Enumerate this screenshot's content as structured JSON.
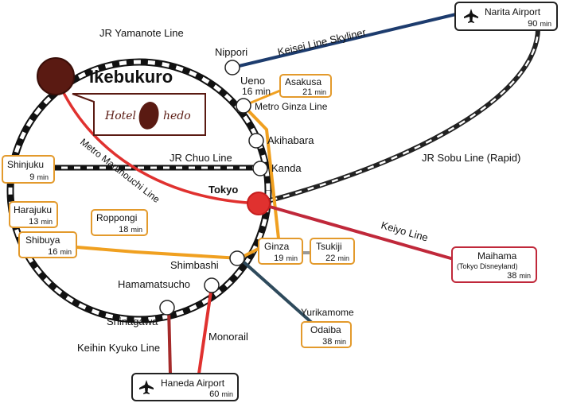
{
  "hotel": {
    "area": "Ikebukuro",
    "name_left": "Hotel",
    "name_right": "hedo"
  },
  "lines": {
    "yamanote": "JR Yamanote Line",
    "skyliner": "Keisei Line Skyliner",
    "ginza": "Metro Ginza Line",
    "chuo": "JR Chuo Line",
    "sobu": "JR Sobu Line (Rapid)",
    "marunouchi": "Metro Marunouchi Line",
    "keiyo": "Keiyo Line",
    "yurikamome": "Yurikamome",
    "monorail": "Monorail",
    "keikyu": "Keihin Kyuko Line"
  },
  "stations": {
    "nippori": "Nippori",
    "ueno": "Ueno",
    "akihabara": "Akihabara",
    "kanda": "Kanda",
    "tokyo": "Tokyo",
    "shimbashi": "Shimbashi",
    "hamamatsucho": "Hamamatsucho",
    "shinagawa": "Shinagawa"
  },
  "boxes": {
    "narita": {
      "name": "Narita Airport",
      "num": "90",
      "unit": "min"
    },
    "ueno": {
      "num": "16",
      "unit": "min"
    },
    "asakusa": {
      "name": "Asakusa",
      "num": "21",
      "unit": "min"
    },
    "shinjuku": {
      "name": "Shinjuku",
      "num": "9",
      "unit": "min"
    },
    "harajuku": {
      "name": "Harajuku",
      "num": "13",
      "unit": "min"
    },
    "roppongi": {
      "name": "Roppongi",
      "num": "18",
      "unit": "min"
    },
    "shibuya": {
      "name": "Shibuya",
      "num": "16",
      "unit": "min"
    },
    "ginza": {
      "name": "Ginza",
      "num": "19",
      "unit": "min"
    },
    "tsukiji": {
      "name": "Tsukiji",
      "num": "22",
      "unit": "min"
    },
    "maihama": {
      "name": "Maihama",
      "sub": "(Tokyo Disneyland)",
      "num": "38",
      "unit": "min"
    },
    "odaiba": {
      "name": "Odaiba",
      "num": "38",
      "unit": "min"
    },
    "haneda": {
      "name": "Haneda Airport",
      "num": "60",
      "unit": "min"
    }
  },
  "icons": {
    "airport": "airplane-icon"
  },
  "colors": {
    "yamanote_dark": "#111111",
    "hotel": "#5a1a12",
    "marunouchi": "#e0312f",
    "ginza": "#f0a020",
    "skyliner": "#1d3c6e",
    "keiyo": "#c0283a",
    "yurikamome": "#2e4a5c",
    "keikyu": "#a52a2a",
    "box_border": "#e39a2c"
  }
}
